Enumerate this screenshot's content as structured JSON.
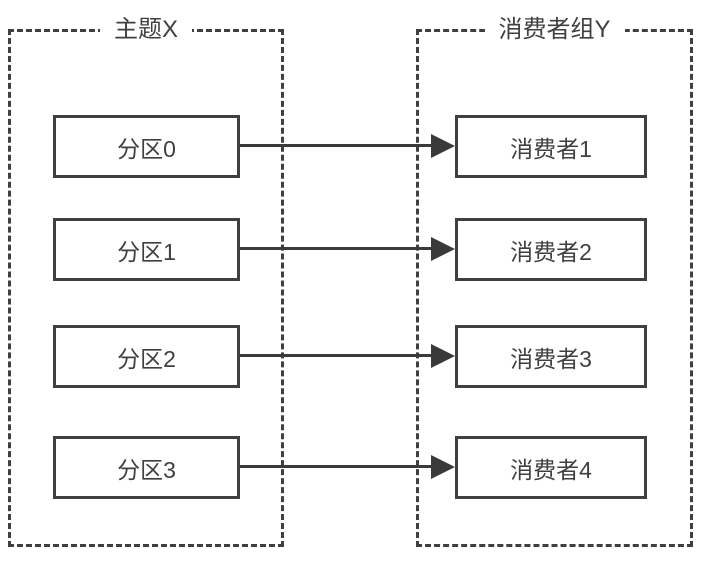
{
  "diagram": {
    "type": "topic-partition-consumer-mapping",
    "background_color": "#ffffff",
    "line_color": "#3f3f3f",
    "text_color": "#3f3f3f",
    "groups": [
      {
        "id": "topic",
        "title": "主题X",
        "border_style": "dashed",
        "nodes": [
          "分区0",
          "分区1",
          "分区2",
          "分区3"
        ]
      },
      {
        "id": "consumer-group",
        "title": "消费者组Y",
        "border_style": "dashed",
        "nodes": [
          "消费者1",
          "消费者2",
          "消费者3",
          "消费者4"
        ]
      }
    ],
    "edges": [
      {
        "from": "分区0",
        "to": "消费者1",
        "arrow": "solid-triangle"
      },
      {
        "from": "分区1",
        "to": "消费者2",
        "arrow": "solid-triangle"
      },
      {
        "from": "分区2",
        "to": "消费者3",
        "arrow": "solid-triangle"
      },
      {
        "from": "分区3",
        "to": "消费者4",
        "arrow": "solid-triangle"
      }
    ]
  }
}
